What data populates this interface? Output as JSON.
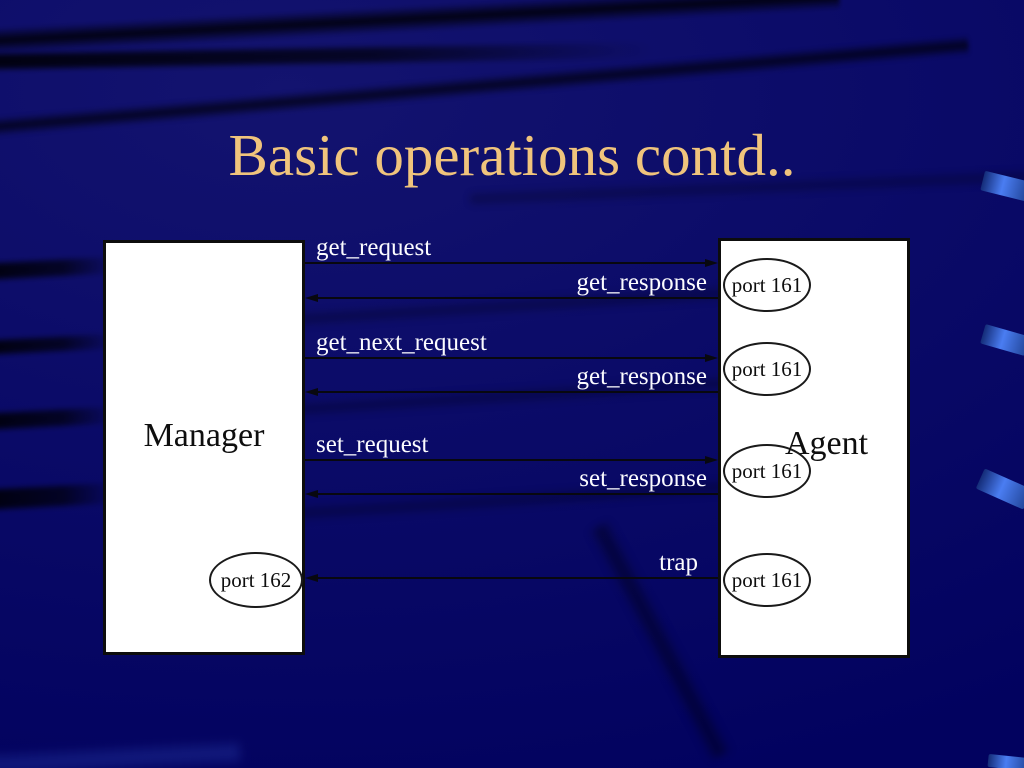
{
  "slide": {
    "title": "Basic operations contd.."
  },
  "colors": {
    "title": "#F0C47C",
    "background": "#0B0B68",
    "highlight": "#4A7DF2",
    "message_text": "#FCFCFF",
    "node_fill": "#FFFFFF",
    "line": "#08080F"
  },
  "diagram": {
    "manager": {
      "label": "Manager",
      "port_label": "port 162"
    },
    "agent": {
      "label": "Agent",
      "ports": [
        "port 161",
        "port 161",
        "port 161",
        "port 161"
      ]
    },
    "messages": [
      {
        "label": "get_request",
        "direction": "manager-to-agent"
      },
      {
        "label": "get_response",
        "direction": "agent-to-manager"
      },
      {
        "label": "get_next_request",
        "direction": "manager-to-agent"
      },
      {
        "label": "get_response",
        "direction": "agent-to-manager"
      },
      {
        "label": "set_request",
        "direction": "manager-to-agent"
      },
      {
        "label": "set_response",
        "direction": "agent-to-manager"
      },
      {
        "label": "trap",
        "direction": "agent-to-manager"
      }
    ]
  }
}
